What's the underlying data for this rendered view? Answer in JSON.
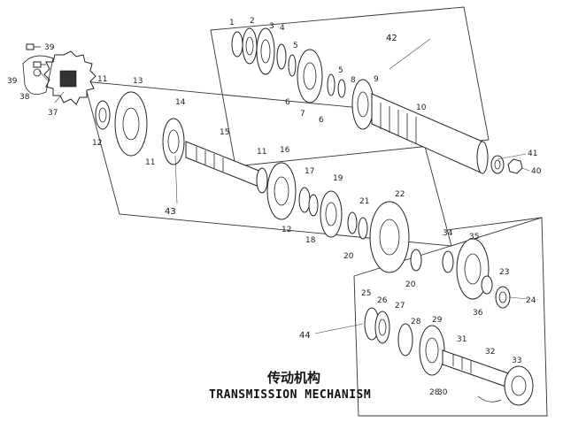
{
  "title": {
    "chinese": "传动机构",
    "english": "TRANSMISSION MECHANISM"
  },
  "groups": [
    "42",
    "43",
    "44"
  ],
  "parts": [
    "1",
    "2",
    "3",
    "4",
    "5",
    "5",
    "6",
    "6",
    "7",
    "8",
    "9",
    "10",
    "11",
    "11",
    "11",
    "12",
    "12",
    "13",
    "14",
    "15",
    "16",
    "17",
    "18",
    "19",
    "20",
    "20",
    "21",
    "22",
    "23",
    "24",
    "25",
    "26",
    "27",
    "28",
    "28",
    "29",
    "30",
    "31",
    "32",
    "33",
    "34",
    "35",
    "36",
    "37",
    "38",
    "39",
    "39",
    "40",
    "41"
  ]
}
